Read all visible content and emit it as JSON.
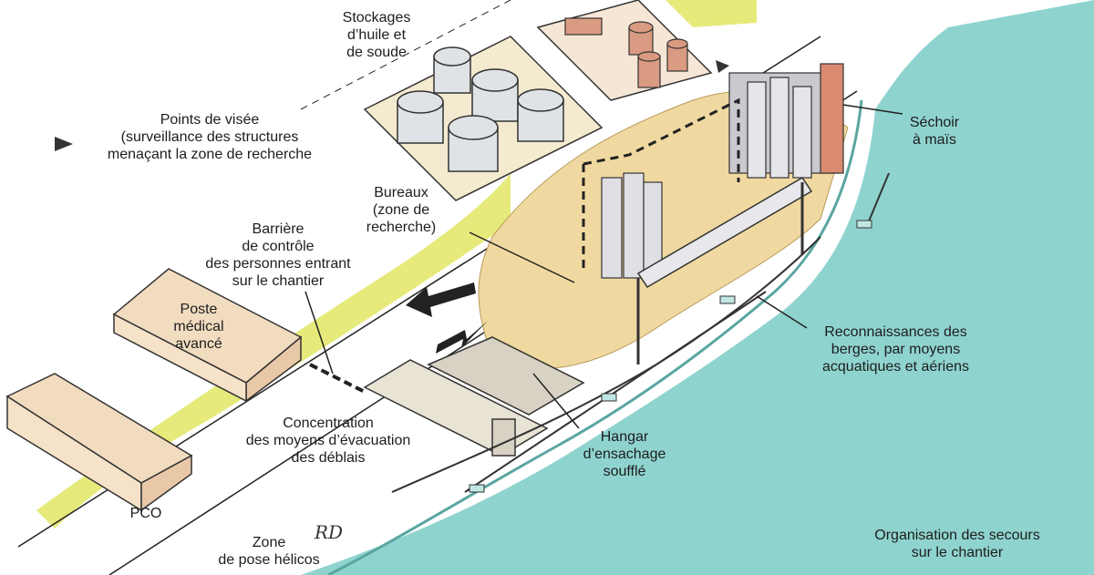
{
  "labels": {
    "stockages": [
      "Stockages",
      "d’huile et",
      "de soude"
    ],
    "points_visee": [
      "Points de visée",
      "(surveillance des structures",
      "menaçant la zone de recherche"
    ],
    "bureaux": [
      "Bureaux",
      "(zone de",
      "recherche)"
    ],
    "sechoir": [
      "Séchoir",
      "à maïs"
    ],
    "barriere": [
      "Barrière",
      "de contrôle",
      "des personnes entrant",
      "sur le chantier"
    ],
    "poste_medical": [
      "Poste",
      "médical",
      "avancé"
    ],
    "reconnaissances": [
      "Reconnaissances des",
      "berges, par moyens",
      "acquatiques et aériens"
    ],
    "concentration": [
      "Concentration",
      "des moyens d’évacuation",
      "des déblais"
    ],
    "hangar": [
      "Hangar",
      "d’ensachage",
      "soufflé"
    ],
    "pco": "PCO",
    "zone_helicos": [
      "Zone",
      "de pose hélicos"
    ],
    "organisation": [
      "Organisation des secours",
      "sur le chantier"
    ],
    "signature": "RD"
  },
  "colors": {
    "water": "#8fd3cf",
    "grass": "#e6ea7a",
    "debris": "#f0d9a0",
    "roof": "#f2dcc0",
    "tank": "#dfe3e6",
    "tank_red": "#d99b82",
    "ink": "#1d1d1d"
  }
}
